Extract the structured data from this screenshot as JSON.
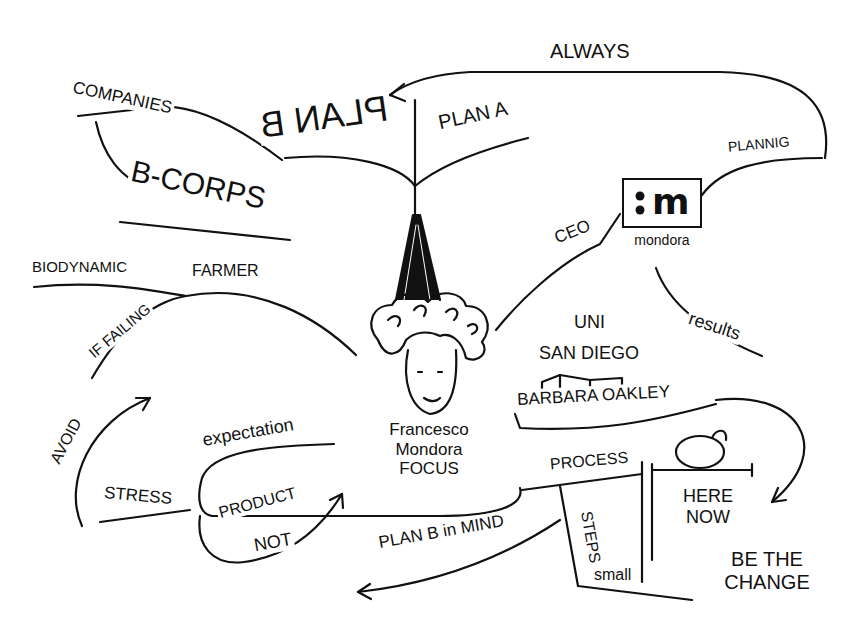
{
  "diagram": {
    "nodes": [
      {
        "text": [
          "m",
          "mondora"
        ]
      }
    ],
    "labels": [
      "ALWAYS",
      "COMPANIES",
      "PLAN B",
      "PLAN A",
      "PLANNIG",
      "CEO",
      "B-CORPS",
      "BIODYNAMIC",
      "FARMER",
      "IF FAILING",
      "results",
      "UNI",
      "SAN DIEGO",
      "BARBARA OAKLEY",
      "AVOID",
      "expectation",
      "STRESS",
      "Francesco Mondora FOCUS",
      "PROCESS",
      "HERE NOW",
      "PRODUCT",
      "NOT",
      "PLAN B in MIND",
      "STEPS",
      "small",
      "BE THE CHANGE"
    ]
  }
}
